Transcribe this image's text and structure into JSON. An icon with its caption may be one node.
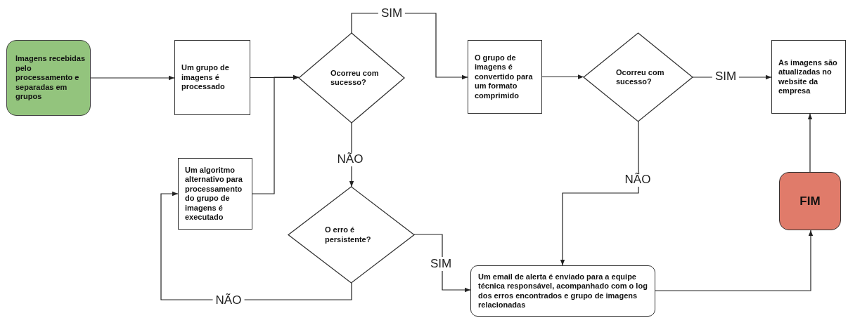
{
  "diagram": {
    "nodes": [
      {
        "text": [
          "Imagens recebidas pelo processamento e separadas em grupos"
        ]
      },
      {
        "text": [
          "Um grupo de imagens é processado"
        ]
      },
      {
        "text": [
          "Ocorreu com sucesso?"
        ]
      },
      {
        "text": [
          "O grupo de imagens é convertido para um formato comprimido"
        ]
      },
      {
        "text": [
          "Ocorreu com sucesso?"
        ]
      },
      {
        "text": [
          "As imagens são atualizadas no website da empresa"
        ]
      },
      {
        "text": [
          "Um algoritmo alternativo para processamento do grupo de imagens é executado"
        ]
      },
      {
        "text": [
          "O erro é persistente?"
        ]
      },
      {
        "text": [
          "Um email de alerta é enviado para a equipe técnica responsável, acompanhado com o log dos erros encontrados e grupo de imagens relacionadas"
        ]
      },
      {
        "text": [
          "FIM"
        ]
      }
    ],
    "edges": [
      {
        "from": 0,
        "to": 1,
        "arrow": "to"
      },
      {
        "from": 1,
        "to": 2,
        "arrow": "to"
      },
      {
        "from": 6,
        "to": 2,
        "arrow": "to"
      },
      {
        "from": 2,
        "to": 3,
        "arrow": "to",
        "label": "SIM"
      },
      {
        "from": 2,
        "to": 7,
        "arrow": "to",
        "label": "NÃO"
      },
      {
        "from": 7,
        "to": 6,
        "arrow": "to",
        "label": "NÃO"
      },
      {
        "from": 7,
        "to": 8,
        "arrow": "to",
        "label": "SIM"
      },
      {
        "from": 3,
        "to": 4,
        "arrow": "to"
      },
      {
        "from": 4,
        "to": 5,
        "arrow": "to",
        "label": "SIM"
      },
      {
        "from": 4,
        "to": 8,
        "arrow": "to",
        "label": "NÃO"
      },
      {
        "from": 8,
        "to": 9,
        "arrow": "to"
      },
      {
        "from": 9,
        "to": 5,
        "arrow": "to"
      }
    ]
  }
}
